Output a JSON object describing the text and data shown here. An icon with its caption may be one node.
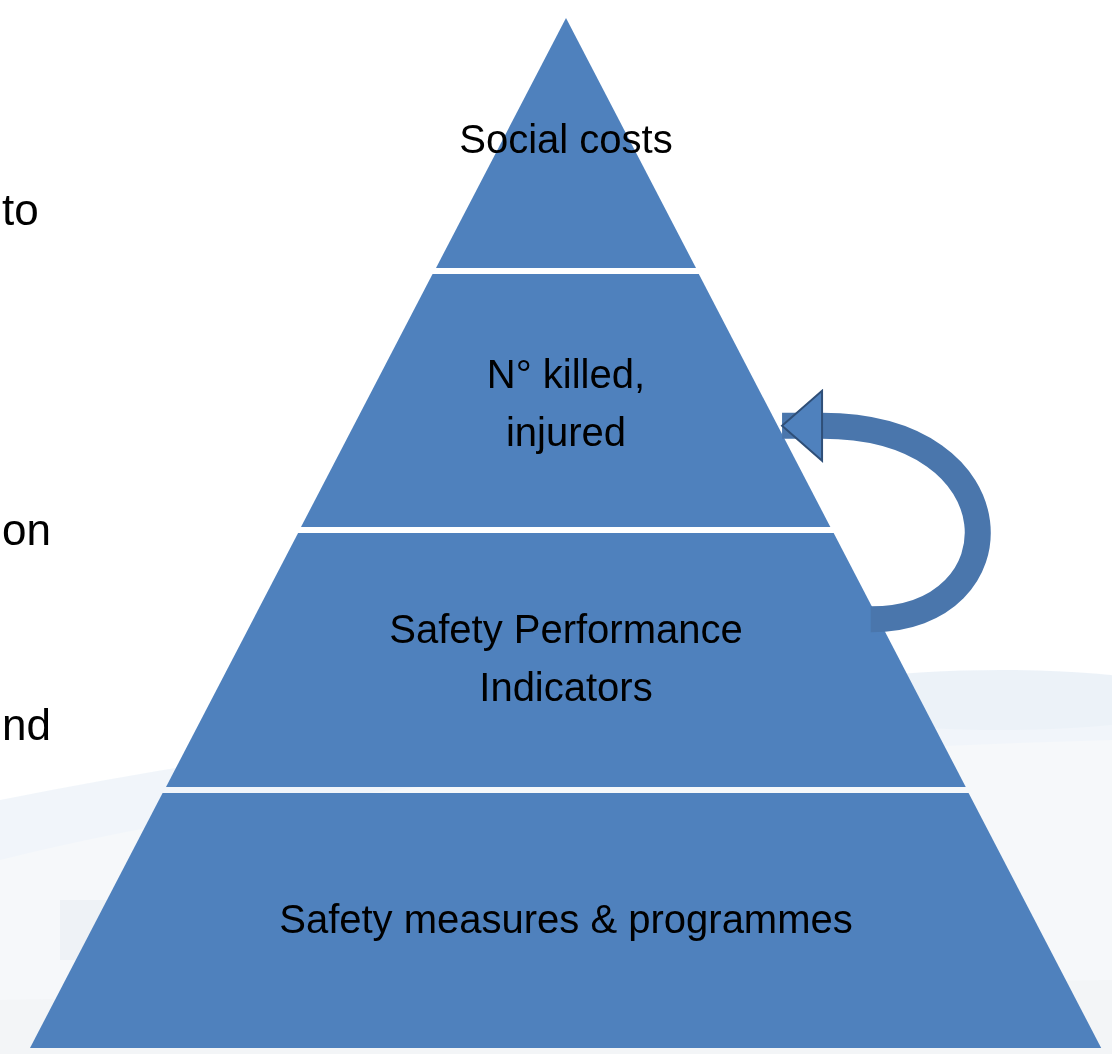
{
  "diagram": {
    "nodes": [
      {
        "text": [
          "Social costs"
        ]
      },
      {
        "text": [
          "N° killed, injured"
        ]
      },
      {
        "text": [
          "Safety Performance Indicators"
        ]
      },
      {
        "text": [
          "Safety measures & programmes"
        ]
      }
    ],
    "edges": [
      {
        "from": 2,
        "to": 1,
        "arrow": "to"
      }
    ],
    "labels": [
      "to",
      "on",
      "nd"
    ]
  }
}
